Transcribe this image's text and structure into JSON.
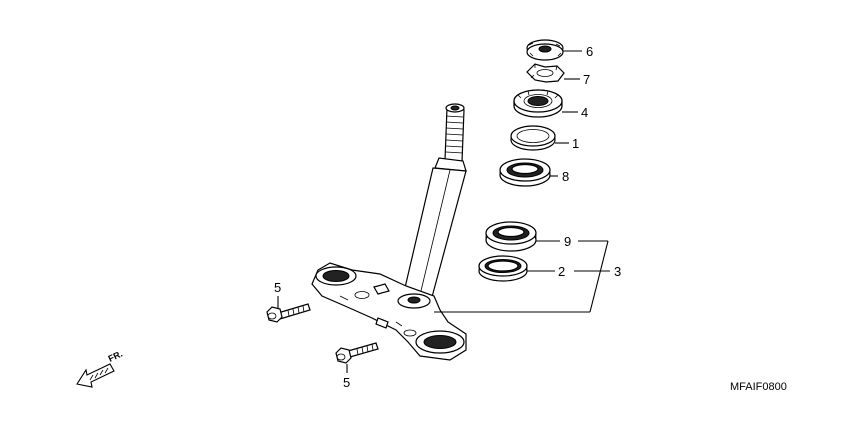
{
  "diagram": {
    "code": "MFAIF0800",
    "front_label": "FR.",
    "parts": [
      {
        "number": "6"
      },
      {
        "number": "7"
      },
      {
        "number": "4"
      },
      {
        "number": "1"
      },
      {
        "number": "8"
      },
      {
        "number": "9"
      },
      {
        "number": "2"
      },
      {
        "number": "3"
      },
      {
        "number": "5"
      },
      {
        "number": "5"
      }
    ]
  }
}
